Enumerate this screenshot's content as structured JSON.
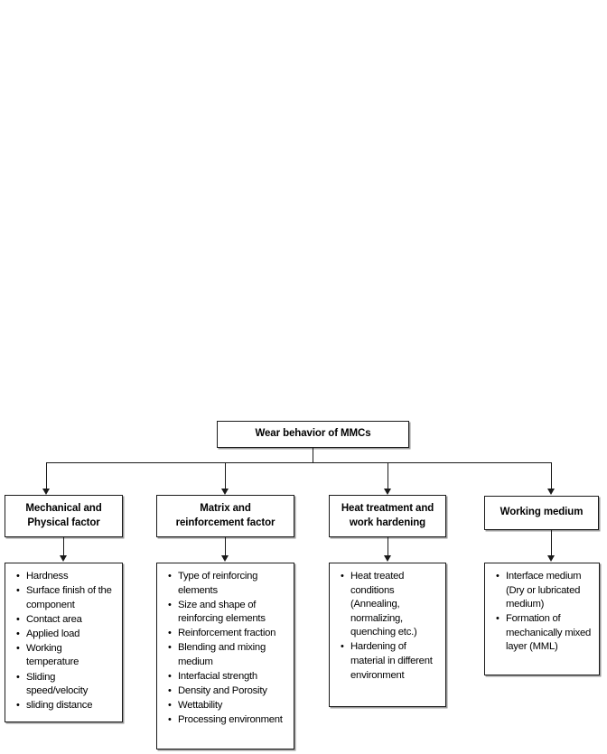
{
  "figure": {
    "root": {
      "label": "Wear behavior of MMCs"
    },
    "branches": [
      {
        "title": "Mechanical and Physical factor",
        "title_lines": [
          "Mechanical and",
          "Physical factor"
        ],
        "bullet_marker": "•",
        "items": [
          "Hardness",
          "Surface finish of the component",
          "Contact area",
          "Applied load",
          "Working temperature",
          "Sliding speed/velocity",
          "sliding distance"
        ]
      },
      {
        "title": "Matrix and reinforcement factor",
        "title_lines": [
          "Matrix and",
          "reinforcement factor"
        ],
        "bullet_marker": "•",
        "items": [
          "Type of reinforcing elements",
          "Size and shape of reinforcing elements",
          "Reinforcement fraction",
          "Blending and mixing medium",
          "Interfacial strength",
          "Density and Porosity",
          "Wettability",
          "Processing environment"
        ]
      },
      {
        "title": "Heat treatment and work hardening",
        "title_lines": [
          "Heat treatment and",
          "work hardening"
        ],
        "bullet_marker": "•",
        "items": [
          "Heat treated conditions (Annealing, normalizing, quenching etc.)",
          "Hardening of material in different environment"
        ]
      },
      {
        "title": "Working medium",
        "title_lines": [
          "Working medium"
        ],
        "bullet_marker": "•",
        "items": [
          "Interface medium (Dry or lubricated medium)",
          "Formation of mechanically mixed layer (MML)"
        ]
      }
    ],
    "colors": {
      "line": "#1a1a1a",
      "shadow": "#9a9a9a",
      "background": "#ffffff",
      "text": "#000000"
    }
  }
}
